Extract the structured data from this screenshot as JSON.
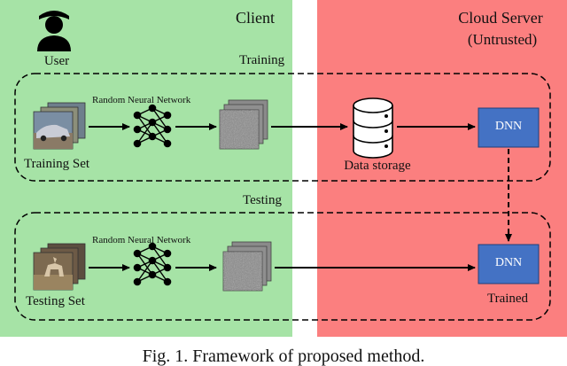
{
  "client": {
    "title": "Client",
    "user_label": "User",
    "training_set_label": "Training Set",
    "testing_set_label": "Testing Set",
    "rnn_label_training": "Random Neural Network",
    "rnn_label_testing": "Random Neural Network"
  },
  "server": {
    "title_line1": "Cloud Server",
    "title_line2": "(Untrusted)",
    "storage_label": "Data storage",
    "dnn_label_training": "DNN",
    "dnn_label_testing": "DNN",
    "trained_label": "Trained"
  },
  "phases": {
    "training": "Training",
    "testing": "Testing"
  },
  "caption": "Fig. 1. Framework of proposed method."
}
